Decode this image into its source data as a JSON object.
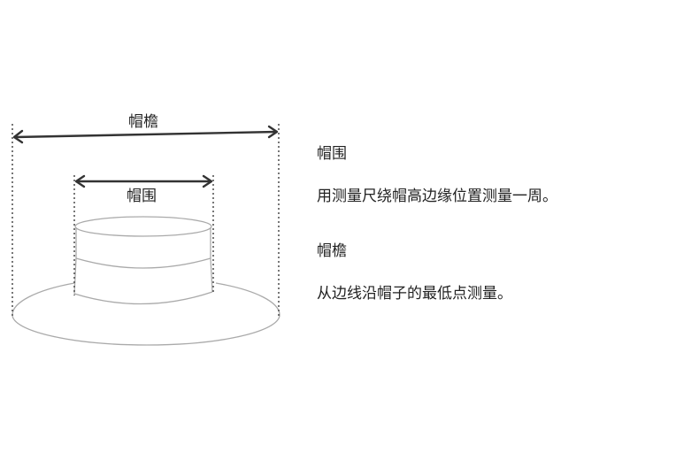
{
  "diagram": {
    "brim_label": "帽檐",
    "circumference_label": "帽围"
  },
  "sections": [
    {
      "title": "帽围",
      "description": "用测量尺绕帽高边缘位置测量一周。"
    },
    {
      "title": "帽檐",
      "description": "从边线沿帽子的最低点测量。"
    }
  ],
  "colors": {
    "arrow": "#333333",
    "outline": "#aaaaaa",
    "guide": "#555555"
  },
  "icons": [
    "arrow-left-icon",
    "arrow-right-icon"
  ]
}
